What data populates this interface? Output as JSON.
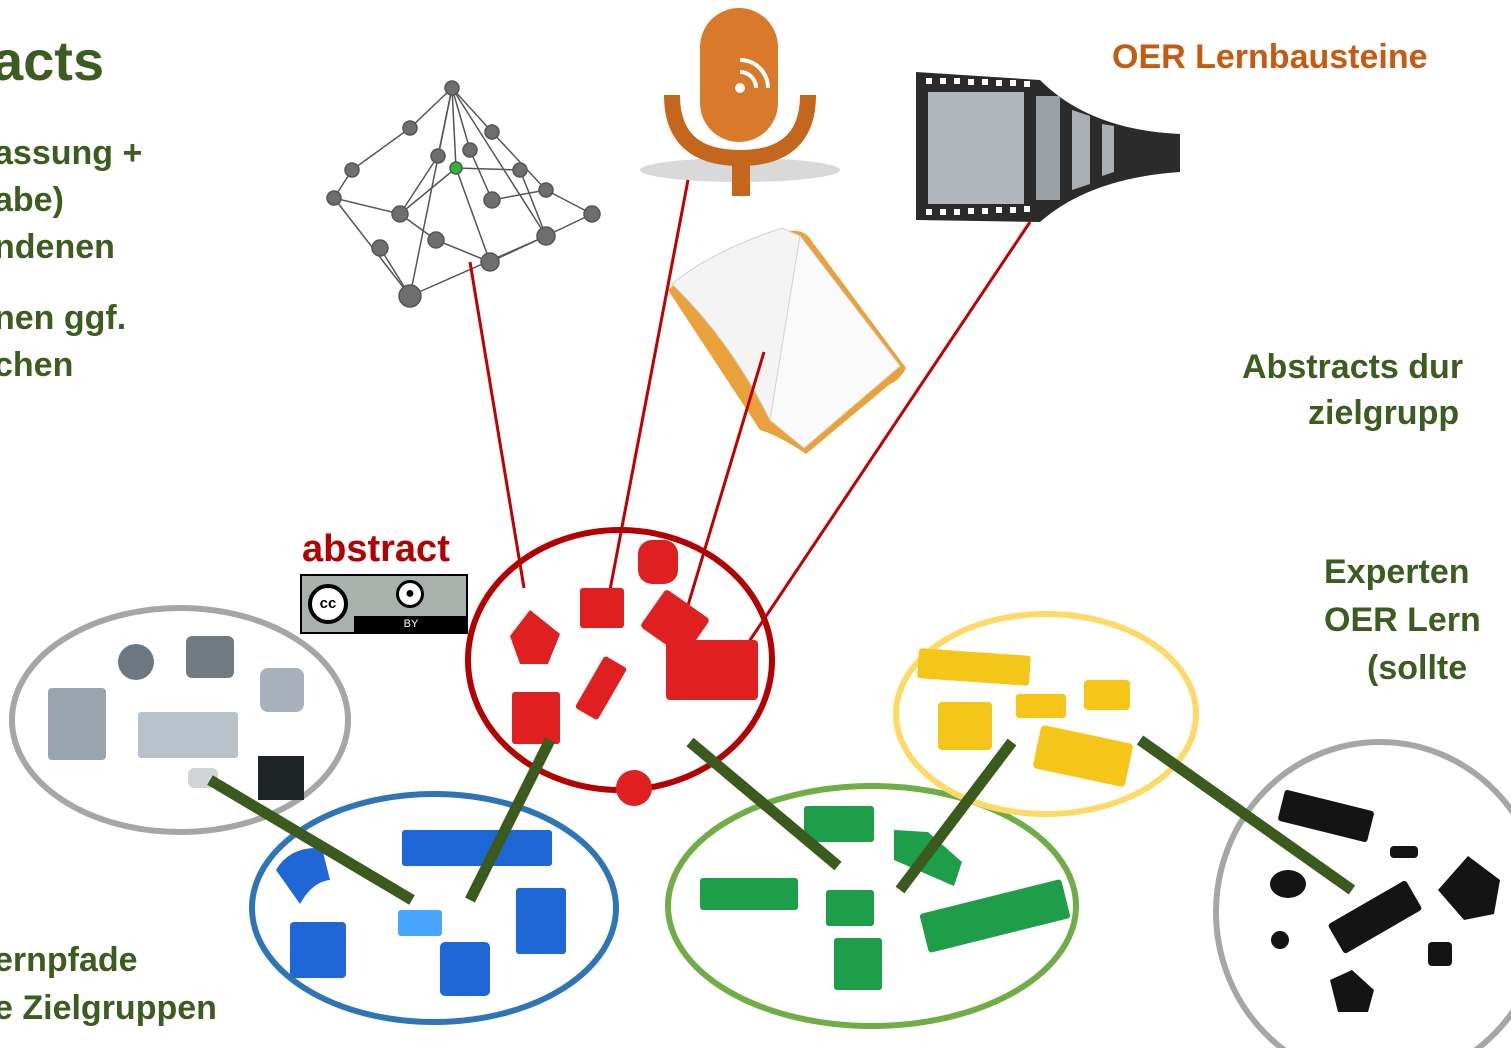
{
  "title": "acts",
  "left_text": {
    "lines": [
      "assung +",
      "abe)",
      "ndenen",
      "",
      "nen ggf.",
      "chen"
    ]
  },
  "bottom_left_text": {
    "lines": [
      "ernpfade",
      "e Zielgruppen"
    ]
  },
  "oer_header": "OER Lernbausteine",
  "right_text_1": {
    "lines": [
      "Abstracts dur",
      "zielgrupp"
    ]
  },
  "right_text_2": {
    "lines": [
      "Experten",
      "OER Lern",
      "(sollte"
    ]
  },
  "abstract_label": "abstract",
  "cc_badge": {
    "cc_text": "cc",
    "by_text": "BY"
  },
  "colors": {
    "title_green": "#3d5c1f",
    "header_orange": "#c55a11",
    "abstract_red": "#b30000",
    "connector_red": "#c00000",
    "connector_green": "#3b5a1e",
    "ring_red": "#b30000",
    "ring_gray": "#a6a6a6",
    "ring_blue": "#2e75b6",
    "ring_green": "#70ad47",
    "ring_yellow": "#ffd966"
  },
  "icons": [
    "network-graph-icon",
    "podcast-microphone-icon",
    "film-strip-icon",
    "open-book-icon",
    "lego-bricks-icon"
  ]
}
